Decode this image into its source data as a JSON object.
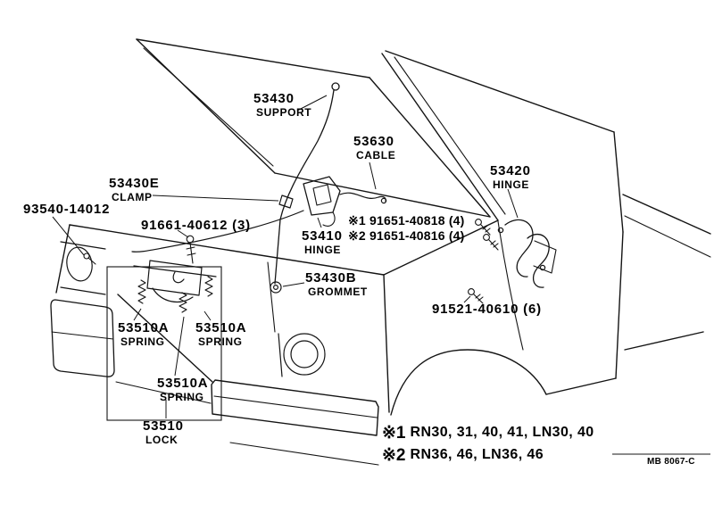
{
  "diagram": {
    "type": "vehicle-parts-diagram",
    "subject": "hood lock, hinge and support",
    "drawing_code": "MB 8067-C"
  },
  "labels": [
    {
      "part": "53430",
      "name": "SUPPORT"
    },
    {
      "part": "53630",
      "name": "CABLE"
    },
    {
      "part": "53420",
      "name": "HINGE"
    },
    {
      "part": "53430E",
      "name": "CLAMP"
    },
    {
      "part": "93540-14012",
      "name": ""
    },
    {
      "part": "91661-40612 (3)",
      "name": ""
    },
    {
      "part": "53410",
      "name": "HINGE"
    },
    {
      "part": "※1 91651-40818 (4)",
      "name": ""
    },
    {
      "part": "※2 91651-40816 (4)",
      "name": ""
    },
    {
      "part": "53430B",
      "name": "GROMMET"
    },
    {
      "part": "91521-40610 (6)",
      "name": ""
    },
    {
      "part": "53510A",
      "name": "SPRING"
    },
    {
      "part": "53510A",
      "name": "SPRING"
    },
    {
      "part": "53510A",
      "name": "SPRING"
    },
    {
      "part": "53510",
      "name": "LOCK"
    }
  ],
  "notes": [
    {
      "marker": "※1",
      "text": "RN30, 31, 40, 41, LN30, 40"
    },
    {
      "marker": "※2",
      "text": "RN36, 46, LN36, 46"
    }
  ]
}
